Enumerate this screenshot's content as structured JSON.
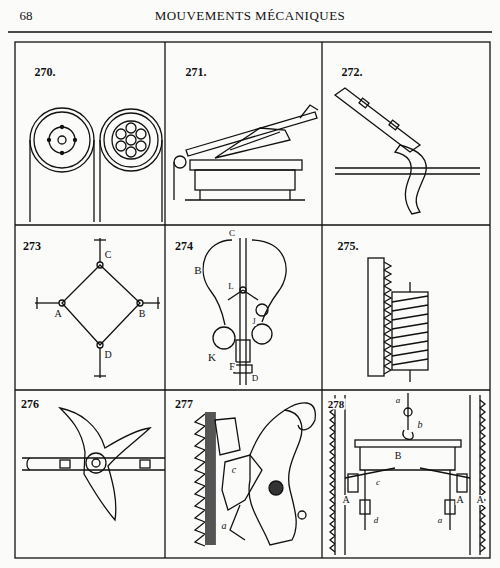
{
  "diagram": {
    "title": "MOUVEMENTS MÉCANIQUES",
    "labels": [
      "68",
      "270.",
      "271.",
      "272.",
      "273",
      "274",
      "275.",
      "276",
      "277",
      "278",
      "C",
      "A",
      "B",
      "D",
      "C",
      "B",
      "L",
      "K",
      "J",
      "F",
      "D",
      "c",
      "a",
      "a",
      "b",
      "B",
      "A",
      "c",
      "A",
      "A",
      "d",
      "a"
    ]
  }
}
